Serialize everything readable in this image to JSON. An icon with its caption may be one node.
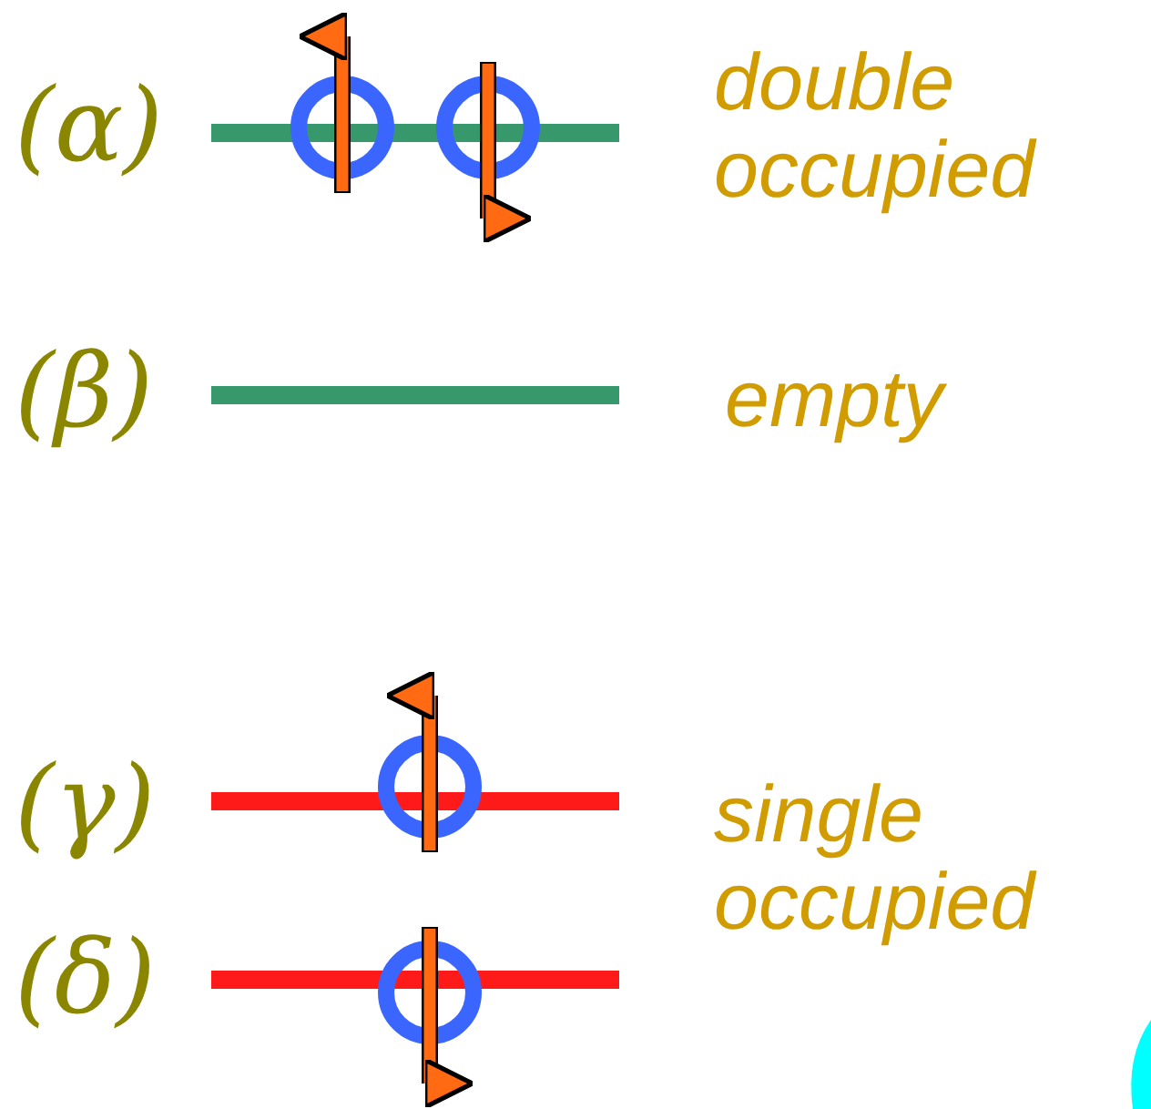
{
  "diagram": {
    "labels": [
      "(α)",
      "double occupied",
      "(β)",
      "empty",
      "(γ)",
      "single occupied",
      "(δ)"
    ]
  }
}
